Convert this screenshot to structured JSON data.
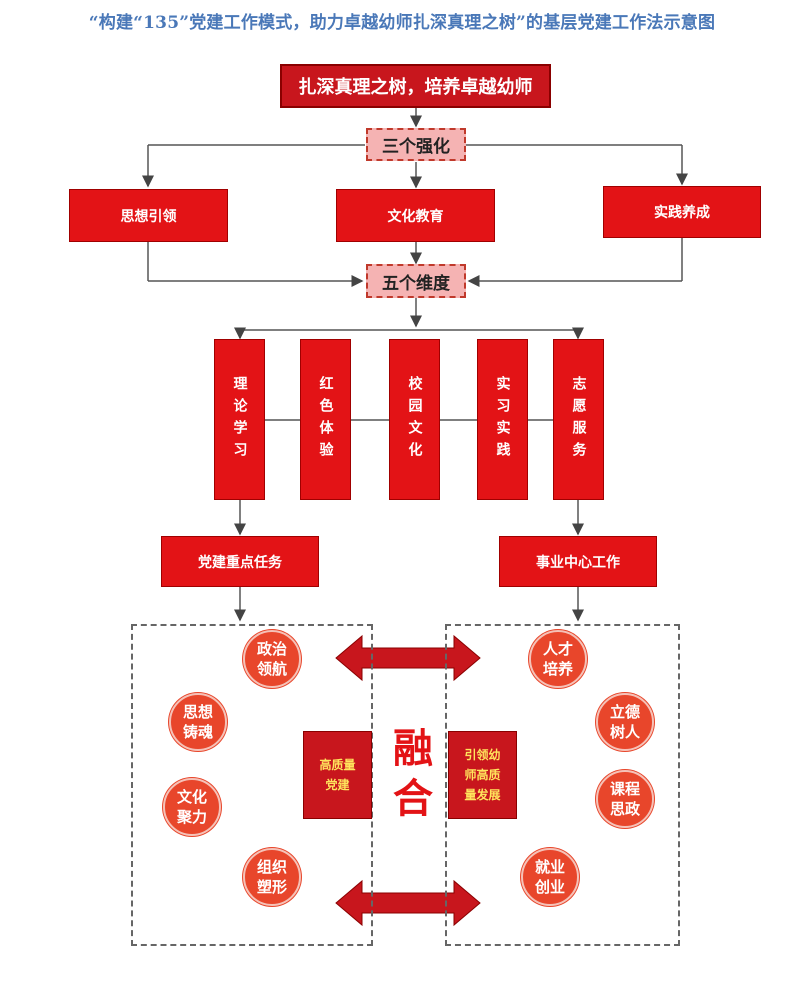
{
  "title": "“构建“135”党建工作模式，助力卓越幼师扎深真理之树”的基层党建工作法示意图",
  "top": "扎深真理之树，培养卓越幼师",
  "three_strengthen": "三个强化",
  "strengthen_items": [
    "思想引领",
    "文化教育",
    "实践养成"
  ],
  "five_dimensions": "五个维度",
  "dimension_items": [
    "理论学习",
    "红色体验",
    "校园文化",
    "实习实践",
    "志愿服务"
  ],
  "tasks": {
    "left": "党建重点任务",
    "right": "事业中心工作"
  },
  "left_circles": [
    "政治\n领航",
    "思想\n铸魂",
    "文化\n聚力",
    "组织\n塑形"
  ],
  "right_circles": [
    "人才\n培养",
    "立德\n树人",
    "课程\n思政",
    "就业\n创业"
  ],
  "center": {
    "left_box": "高质量\n党建",
    "fuse_text": "融合",
    "right_box": "引领幼\n师高质\n量发展"
  },
  "colors": {
    "primary_red": "#e31316",
    "dark_red": "#c8161d",
    "pink": "#f5b3b3",
    "circle_orange_red": "#e8462b",
    "title_blue": "#4a78b8"
  }
}
